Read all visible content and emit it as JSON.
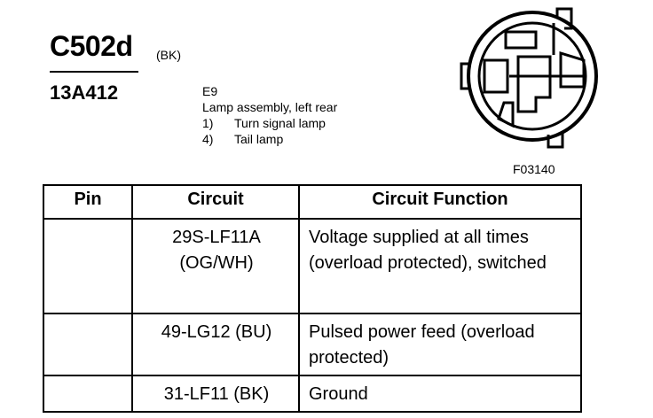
{
  "connector": {
    "id": "C502d",
    "color_code": "(BK)",
    "part_number": "13A412",
    "location_code": "E9",
    "description": "Lamp assembly, left rear",
    "pins": [
      {
        "num": "1)",
        "label": "Turn signal lamp"
      },
      {
        "num": "4)",
        "label": "Tail lamp"
      }
    ],
    "figure_code": "F03140"
  },
  "table": {
    "headers": [
      "Pin",
      "Circuit",
      "Circuit Function"
    ],
    "rows": [
      {
        "pin": "",
        "circuit_line1": "29S-LF11A",
        "circuit_line2": "(OG/WH)",
        "function_line1": "Voltage supplied at all times",
        "function_line2": "(overload protected), switched"
      },
      {
        "pin": "",
        "circuit_line1": "49-LG12 (BU)",
        "circuit_line2": "",
        "function_line1": "Pulsed power feed (overload",
        "function_line2": "protected)"
      },
      {
        "pin": "",
        "circuit_line1": "31-LF11 (BK)",
        "circuit_line2": "",
        "function_line1": "Ground",
        "function_line2": ""
      }
    ]
  },
  "colors": {
    "ink": "#000000",
    "background": "#ffffff"
  }
}
